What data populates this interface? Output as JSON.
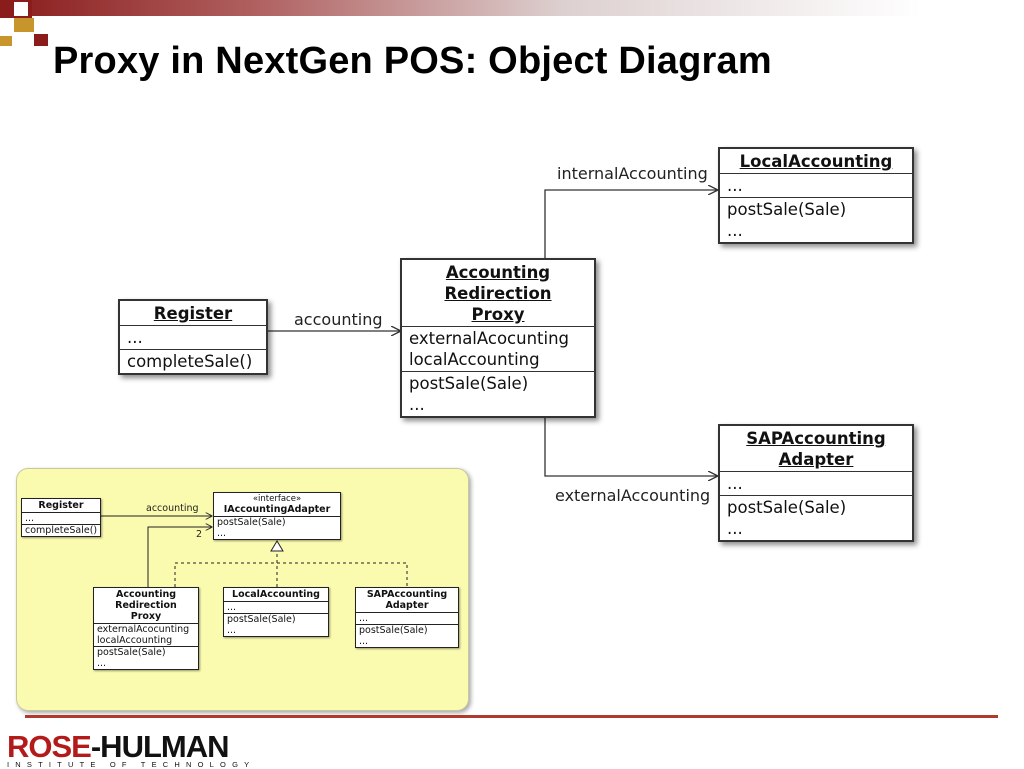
{
  "title": "Proxy in NextGen POS: Object Diagram",
  "brand_colors": {
    "accent": "#8a1c1c",
    "gold": "#c8952c",
    "rule": "#b03a2e",
    "inset_bg": "#fbfbb0"
  },
  "main": {
    "register": {
      "name": "Register",
      "attrs": "...",
      "ops": "completeSale()"
    },
    "proxy": {
      "name_lines": [
        "Accounting",
        "Redirection",
        "Proxy"
      ],
      "attr1": "externalAcocunting",
      "attr2": "localAccounting",
      "op1": "postSale(Sale)",
      "op2": "..."
    },
    "local": {
      "name": "LocalAccounting",
      "attrs": "...",
      "op1": "postSale(Sale)",
      "op2": "..."
    },
    "sap": {
      "name_lines": [
        "SAPAccounting",
        "Adapter"
      ],
      "attrs": "...",
      "op1": "postSale(Sale)",
      "op2": "..."
    },
    "links": {
      "accounting": "accounting",
      "internal": "internalAccounting",
      "external": "externalAccounting"
    }
  },
  "inset": {
    "register": {
      "name": "Register",
      "attrs": "...",
      "ops": "completeSale()"
    },
    "iface": {
      "stereotype": "«interface»",
      "name": "IAccountingAdapter",
      "op1": "postSale(Sale)",
      "op2": "..."
    },
    "proxy": {
      "name_lines": [
        "Accounting",
        "Redirection",
        "Proxy"
      ],
      "attr1": "externalAcocunting",
      "attr2": "localAccounting",
      "op1": "postSale(Sale)",
      "op2": "..."
    },
    "local": {
      "name": "LocalAccounting",
      "attrs": "...",
      "op1": "postSale(Sale)",
      "op2": "..."
    },
    "sap": {
      "name_lines": [
        "SAPAccounting",
        "Adapter"
      ],
      "attrs": "...",
      "op1": "postSale(Sale)",
      "op2": "..."
    },
    "labels": {
      "accounting": "accounting",
      "multiplicity": "2"
    }
  },
  "footer": {
    "logo_part1": "ROSE",
    "logo_part2": "-HULMAN",
    "logo_sub": "INSTITUTE OF TECHNOLOGY"
  }
}
